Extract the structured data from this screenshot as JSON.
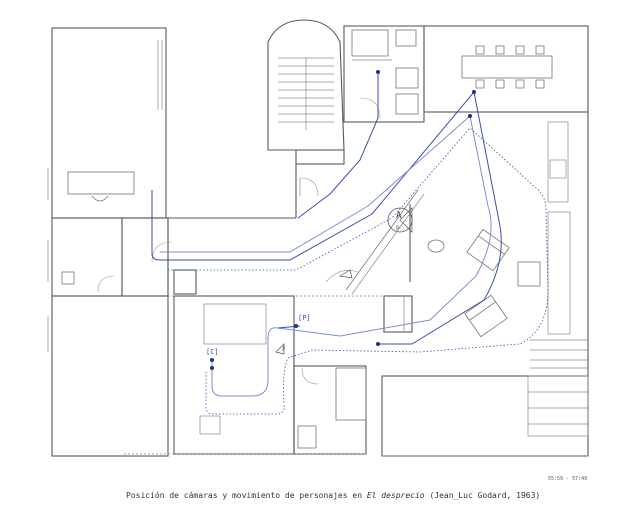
{
  "colors": {
    "wall": "#5a5a5a",
    "path": "#3a4fb0",
    "path_light": "#7d8fd6",
    "background": "#ffffff"
  },
  "labels": {
    "camera_c": "[C]",
    "camera_p": "[P]",
    "point_a": "A",
    "point_p": "p",
    "point_f": "F"
  },
  "timecode": "55:59 - 57:49",
  "caption": {
    "prefix": "Posición de cámaras y movimiento de personajes en ",
    "title": "El desprecio",
    "suffix": " (Jean_Luc Godard, 1963)"
  }
}
